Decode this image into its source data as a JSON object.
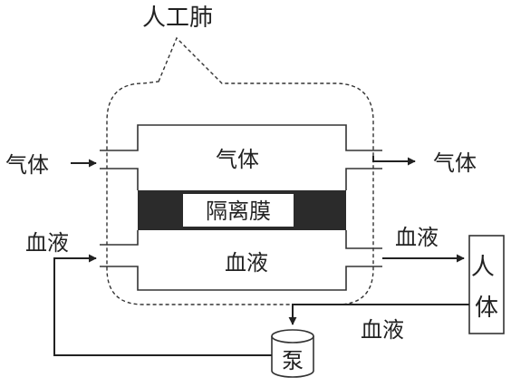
{
  "callout_title": "人工肺",
  "chamber": {
    "gas_label": "气体",
    "membrane_label": "隔离膜",
    "blood_label": "血液"
  },
  "flows": {
    "gas_in": "气体",
    "gas_out": "气体",
    "blood_in": "血液",
    "blood_out": "血液",
    "blood_return": "血液"
  },
  "body_label": "人体",
  "pump_label": "泵"
}
